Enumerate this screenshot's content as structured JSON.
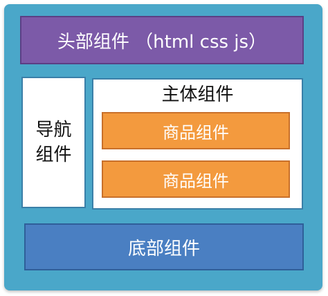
{
  "diagram": {
    "header_label": "头部组件 （html css js）",
    "nav_label_line1": "导航",
    "nav_label_line2": "组件",
    "main_label": "主体组件",
    "products": [
      {
        "label": "商品组件"
      },
      {
        "label": "商品组件"
      }
    ],
    "footer_label": "底部组件"
  },
  "colors": {
    "frame": "#4aa7c9",
    "header": "#7c5aa8",
    "panel": "#ffffff",
    "product": "#f39a3e",
    "footer": "#4a7fc2"
  }
}
